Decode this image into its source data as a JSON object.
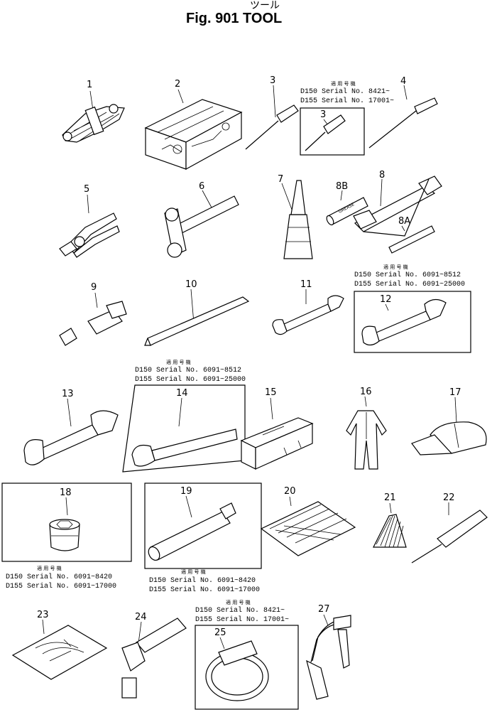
{
  "header": {
    "japanese_title": "ツール",
    "title": "Fig. 901 TOOL"
  },
  "colors": {
    "ink": "#000000",
    "paper": "#ffffff"
  },
  "items": [
    {
      "no": "1",
      "icon": "wrench-set-icon"
    },
    {
      "no": "2",
      "icon": "tool-box-icon"
    },
    {
      "no": "3",
      "icon": "screwdriver-icon"
    },
    {
      "no": "4",
      "icon": "screwdriver-icon"
    },
    {
      "no": "5",
      "icon": "pliers-icon"
    },
    {
      "no": "6",
      "icon": "hammer-icon"
    },
    {
      "no": "7",
      "icon": "oil-can-icon"
    },
    {
      "no": "8",
      "icon": "grease-gun-icon"
    },
    {
      "no": "8B",
      "icon": "grease-cartridge-icon"
    },
    {
      "no": "8A",
      "icon": "nozzle-icon"
    },
    {
      "no": "9",
      "icon": "adapter-icon"
    },
    {
      "no": "10",
      "icon": "bar-icon"
    },
    {
      "no": "11",
      "icon": "open-end-wrench-icon"
    },
    {
      "no": "12",
      "icon": "open-end-wrench-icon"
    },
    {
      "no": "13",
      "icon": "open-end-wrench-icon"
    },
    {
      "no": "14",
      "icon": "long-wrench-icon"
    },
    {
      "no": "15",
      "icon": "tool-case-icon"
    },
    {
      "no": "16",
      "icon": "coverall-icon"
    },
    {
      "no": "17",
      "icon": "cap-icon"
    },
    {
      "no": "18",
      "icon": "socket-icon"
    },
    {
      "no": "19",
      "icon": "extension-bar-icon"
    },
    {
      "no": "20",
      "icon": "mat-icon"
    },
    {
      "no": "21",
      "icon": "feeler-gauge-icon"
    },
    {
      "no": "22",
      "icon": "awl-icon"
    },
    {
      "no": "23",
      "icon": "manual-icon"
    },
    {
      "no": "24",
      "icon": "socket-bar-icon"
    },
    {
      "no": "25",
      "icon": "clamp-ring-icon"
    },
    {
      "no": "27",
      "icon": "air-gun-icon"
    }
  ],
  "notes": {
    "n3": {
      "jp": "適 用 号 機",
      "lines": [
        "D150   Serial No. 8421~",
        "D155   Serial No. 17001~"
      ]
    },
    "n12": {
      "jp": "適 用 号 機",
      "lines": [
        "D150   Serial No. 6091~8512",
        "D155   Serial No. 6091~25000"
      ]
    },
    "n14": {
      "jp": "適 用 号 機",
      "lines": [
        "D150   Serial No. 6091~8512",
        "D155   Serial No. 6091~25000"
      ]
    },
    "n18": {
      "jp": "適 用 号 機",
      "lines": [
        "D150   Serial No. 6091~8420",
        "D155   Serial No. 6091~17000"
      ]
    },
    "n19": {
      "jp": "適 用 号 機",
      "lines": [
        "D150   Serial No. 6091~8420",
        "D155   Serial No. 6091~17000"
      ]
    },
    "n25": {
      "jp": "適 用 号 機",
      "lines": [
        "D150   Serial No. 8421~",
        "D155   Serial No. 17001~"
      ]
    }
  },
  "cartridge_print": "GREASE"
}
